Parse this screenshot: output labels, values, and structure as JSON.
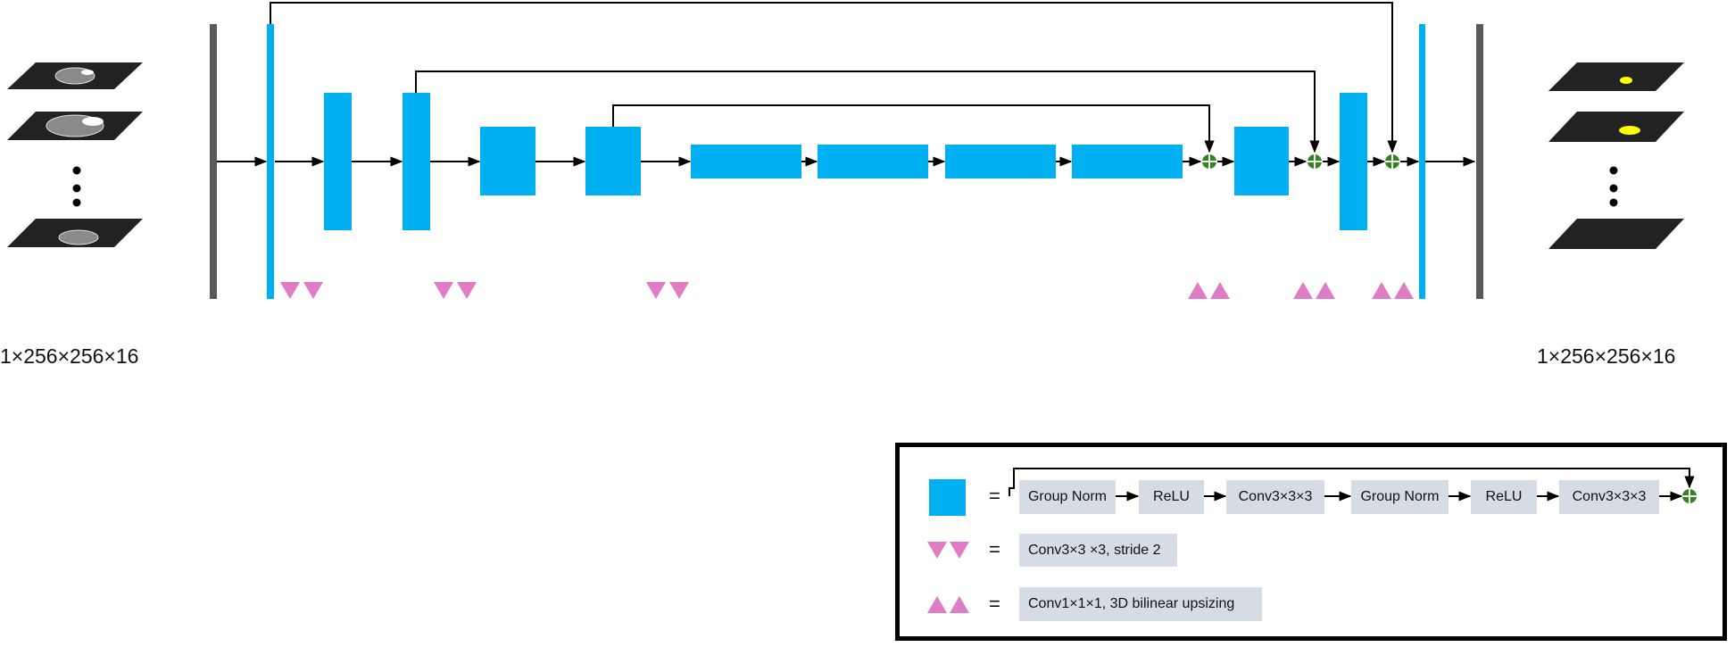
{
  "dimensions": {
    "input": "1×256×256×16",
    "output": "1×256×256×16"
  },
  "colors": {
    "block": "#00b0f0",
    "down_up_marker": "#e07cc4",
    "sum_node": "#3a7d2c",
    "bar": "#595959",
    "slice": "#222222",
    "legend_block": "#d6dce4"
  },
  "icons": {
    "sum": "circled-plus-icon",
    "downsample": "triangle-down-pair-icon",
    "upsample": "triangle-up-pair-icon"
  },
  "legend": {
    "equals": "=",
    "res_block_items": [
      "Group Norm",
      "ReLU",
      "Conv3×3×3",
      "Group Norm",
      "ReLU",
      "Conv3×3×3"
    ],
    "downsample_text": "Conv3×3 ×3, stride 2",
    "upsample_text": "Conv1×1×1, 3D bilinear upsizing"
  }
}
